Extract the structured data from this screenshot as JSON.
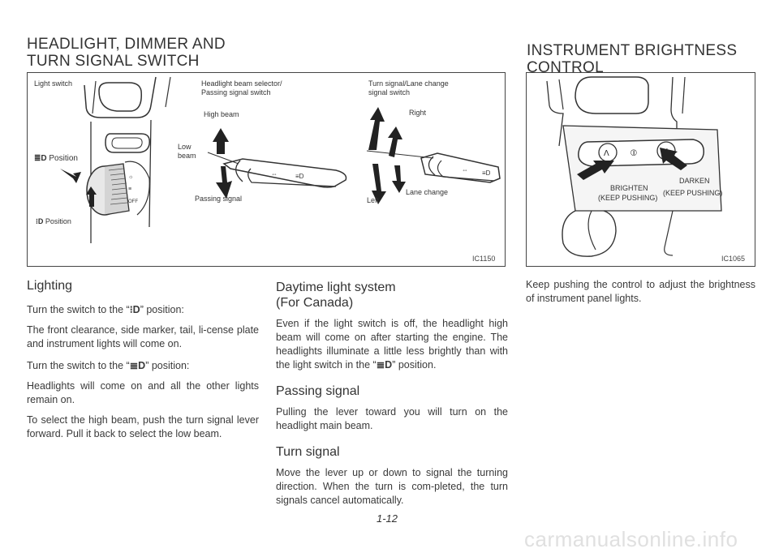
{
  "left_heading": {
    "line1": "HEADLIGHT, DIMMER AND",
    "line2": "TURN SIGNAL SWITCH"
  },
  "right_heading": {
    "line1": "INSTRUMENT BRIGHTNESS",
    "line2": "CONTROL"
  },
  "fig1": {
    "light_switch": "Light switch",
    "position_1": "Position",
    "position_2": "Position",
    "beam_selector_line1": "Headlight beam selector/",
    "beam_selector_line2": "Passing signal switch",
    "high_beam": "High beam",
    "low": "Low",
    "beam": "beam",
    "passing_signal": "Passing signal",
    "turn_signal_line1": "Turn signal/Lane change",
    "turn_signal_line2": "signal switch",
    "right": "Right",
    "lane_change": "Lane change",
    "left": "Left",
    "code": "IC1150"
  },
  "fig2": {
    "brighten": "BRIGHTEN",
    "keep_pushing_1": "(KEEP PUSHING)",
    "darken": "DARKEN",
    "keep_pushing_2": "(KEEP PUSHING)",
    "code": "IC1065"
  },
  "lighting": {
    "title": "Lighting",
    "p1_pre": "Turn the switch to the “",
    "p1_post": "” position:",
    "p2": "The front clearance, side marker, tail, li-cense plate and instrument lights will come on.",
    "p3_pre": "Turn the switch to the “",
    "p3_post": "” position:",
    "p4": "Headlights will come on and all the other lights remain on.",
    "p5": "To select the high beam, push the turn signal lever forward. Pull it back to select the low beam."
  },
  "daytime": {
    "title_line1": "Daytime light system",
    "title_line2": "(For Canada)",
    "p1": "Even if the light switch is off, the headlight high beam will come on after starting the engine. The headlights illuminate a little less brightly than with the light switch in the",
    "p1_end_pre": "“",
    "p1_end_post": "” position."
  },
  "passing": {
    "title": "Passing signal",
    "p1": "Pulling the lever toward you will turn on the headlight main beam."
  },
  "turn": {
    "title": "Turn signal",
    "p1": "Move the lever up or down to signal the turning direction. When the turn is com-pleted, the turn signals cancel automatically."
  },
  "brightness": {
    "p1": "Keep pushing the control to adjust the brightness of instrument panel lights."
  },
  "page_number": "1-12",
  "watermark": "carmanualsonline.info"
}
